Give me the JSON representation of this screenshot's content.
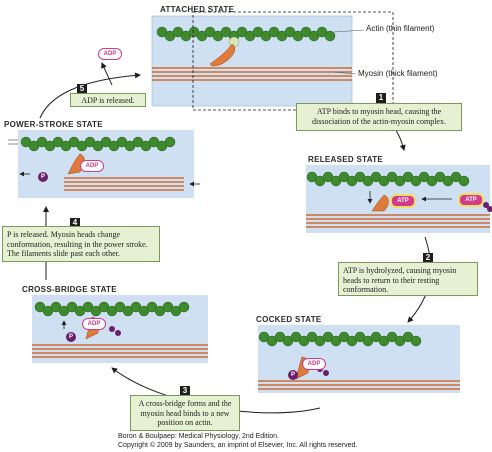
{
  "states": {
    "attached": "ATTACHED STATE",
    "released": "RELEASED STATE",
    "cocked": "COCKED STATE",
    "cross_bridge": "CROSS-BRIDGE STATE",
    "power_stroke": "POWER-STROKE STATE"
  },
  "labels": {
    "actin": "Actin (thin filament)",
    "myosin": "Myosin (thick filament)",
    "adp": "ADP",
    "atp": "ATP",
    "p": "P"
  },
  "steps": [
    {
      "number": "1",
      "text": "ATP binds to myosin head, causing the dissociation of the actin-myosin complex."
    },
    {
      "number": "2",
      "text": "ATP is hydrolyzed, causing myosin heads to return to their resting conformation."
    },
    {
      "number": "3",
      "text": "A cross-bridge forms and the myosin head binds to a new position on actin."
    },
    {
      "number": "4",
      "text": "P is released. Myosin heads change conformation, resulting in the power stroke. The filaments slide past each other."
    },
    {
      "number": "5",
      "text": "ADP is released."
    }
  ],
  "credit": {
    "line1": "Boron & Boulpaep: Medical Physiology, 2nd Edition.",
    "line2": "Copyright © 2009 by Saunders, an imprint of Elsevier, Inc. All rights reserved."
  },
  "colors": {
    "actin": "#3f8a2e",
    "myosin": "#e07a3a",
    "panel": "#cfe0f3",
    "callout": "#e6f0d2",
    "adp": "#d23a8a",
    "atp": "#d23a8a",
    "phosphate": "#6a1f6a"
  }
}
